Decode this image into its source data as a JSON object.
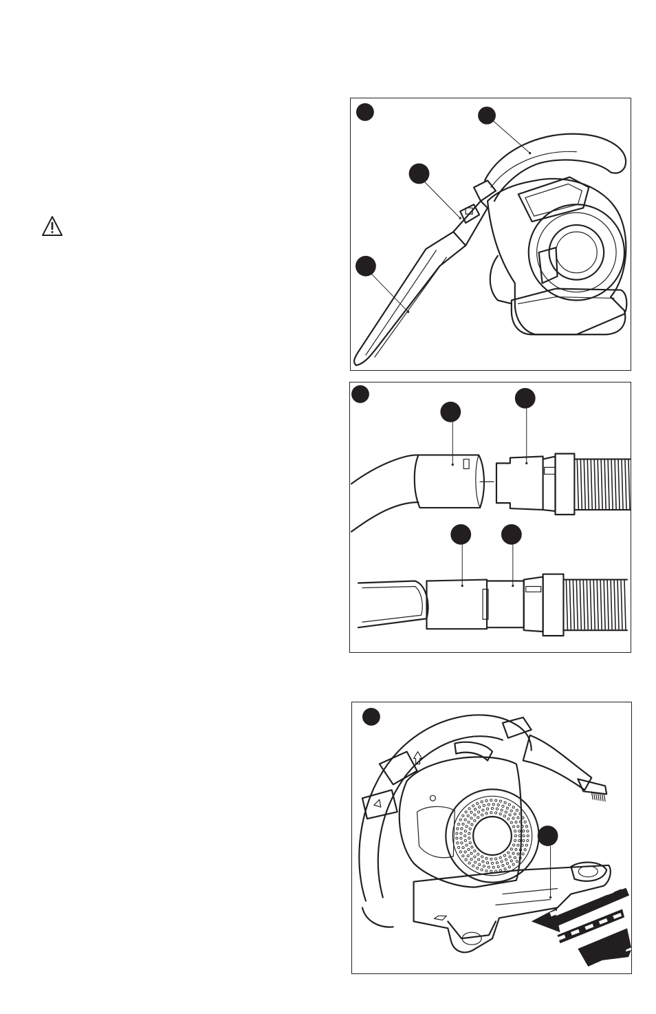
{
  "page": {
    "warning_icon": "warning-triangle-icon"
  },
  "figures": [
    {
      "id": "fig1",
      "callout_count": 4,
      "subject": "vacuum-with-crevice-tool"
    },
    {
      "id": "fig2",
      "callout_count": 5,
      "subject": "hose-connection"
    },
    {
      "id": "fig3",
      "callout_count": 2,
      "subject": "vacuum-on-base-with-slide-arrow"
    }
  ]
}
